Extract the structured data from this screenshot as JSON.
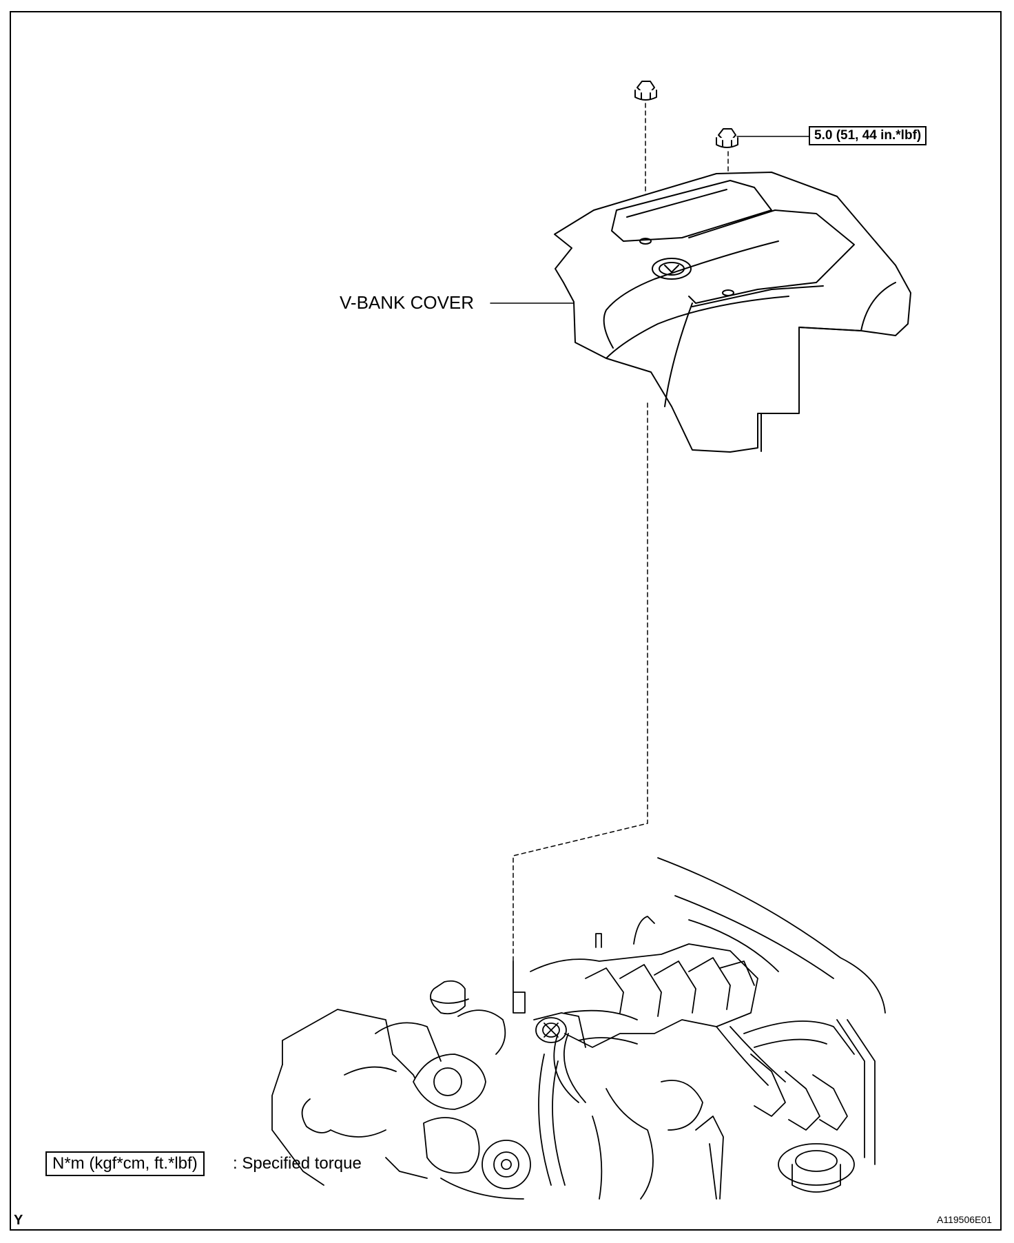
{
  "figure": {
    "torque_callout": "5.0 (51, 44 in.*lbf)",
    "part_label": "V-BANK COVER",
    "legend_unit": "N*m (kgf*cm, ft.*lbf)",
    "legend_text": ": Specified torque",
    "corner_letter": "Y",
    "figure_code": "A119506E01"
  },
  "icons": {
    "nut_1": "hex-nut-icon",
    "nut_2": "hex-nut-icon",
    "cover": "v-bank-cover-illustration",
    "engine": "engine-assembly-illustration"
  }
}
